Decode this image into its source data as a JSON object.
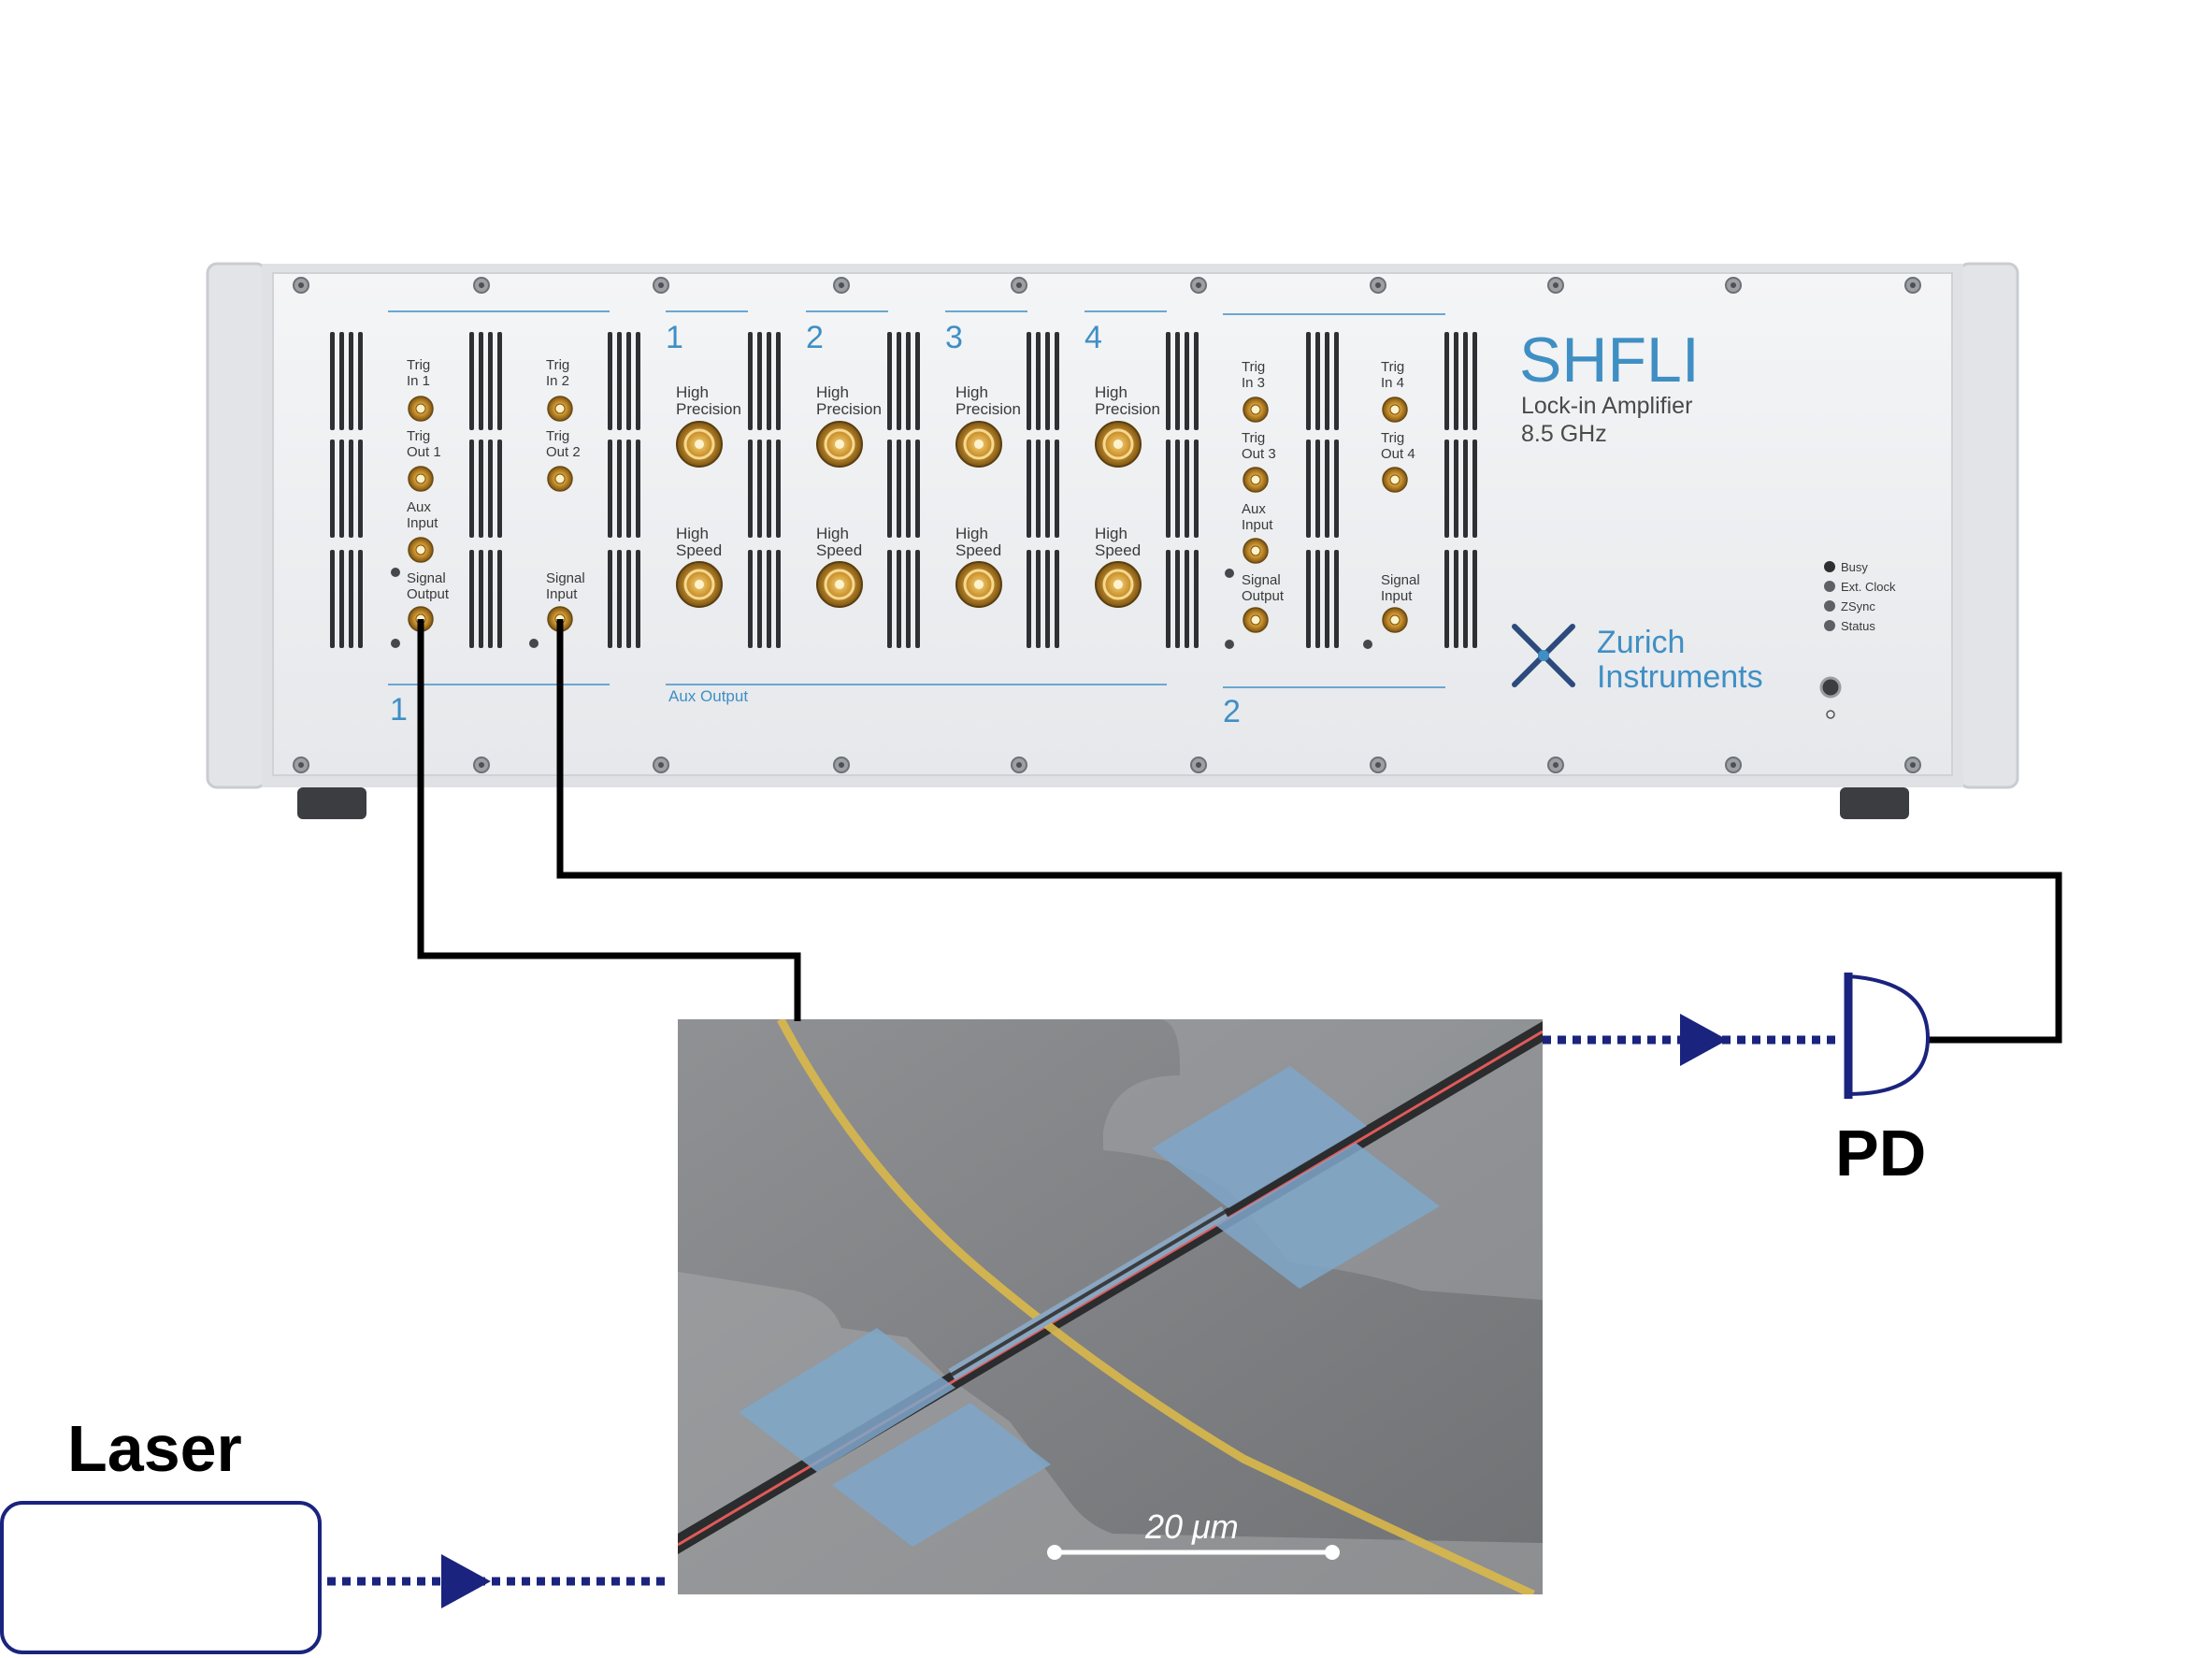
{
  "instrument": {
    "model": "SHFLI",
    "subtitle": "Lock-in Amplifier",
    "bandwidth": "8.5 GHz",
    "brand_line1": "Zurich",
    "brand_line2": "Instruments",
    "group_left_number": "1",
    "group_right_number": "2",
    "aux_output_label": "Aux Output",
    "channel_numbers": [
      "1",
      "2",
      "3",
      "4"
    ],
    "high_precision": [
      "High",
      "Precision"
    ],
    "high_speed": [
      "High",
      "Speed"
    ],
    "left_ports": {
      "trig_in_1": [
        "Trig",
        "In 1"
      ],
      "trig_out_1": [
        "Trig",
        "Out 1"
      ],
      "aux_input": [
        "Aux",
        "Input"
      ],
      "signal_output": [
        "Signal",
        "Output"
      ],
      "trig_in_2": [
        "Trig",
        "In 2"
      ],
      "trig_out_2": [
        "Trig",
        "Out 2"
      ],
      "signal_input": [
        "Signal",
        "Input"
      ]
    },
    "right_ports": {
      "trig_in_3": [
        "Trig",
        "In 3"
      ],
      "trig_out_3": [
        "Trig",
        "Out 3"
      ],
      "aux_input": [
        "Aux",
        "Input"
      ],
      "signal_output": [
        "Signal",
        "Output"
      ],
      "trig_in_4": [
        "Trig",
        "In 4"
      ],
      "trig_out_4": [
        "Trig",
        "Out 4"
      ],
      "signal_input": [
        "Signal",
        "Input"
      ]
    },
    "status_leds": [
      "Busy",
      "Ext. Clock",
      "ZSync",
      "Status"
    ]
  },
  "laser_label": "Laser",
  "pd_label": "PD",
  "scale_bar_label": "20 μm",
  "colors": {
    "optical_path": "#1a237e",
    "electrical_wire": "#000000",
    "brand_blue": "#3f8fc4",
    "gold_electrode": "#e0c04a",
    "blue_pads": "#7fa7c9",
    "red_waveguide": "#e05a5a"
  }
}
